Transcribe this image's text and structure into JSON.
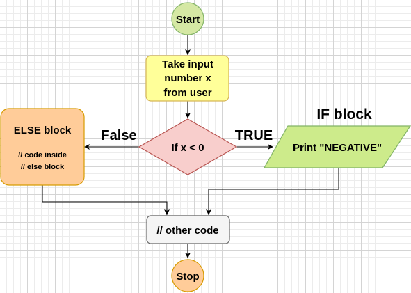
{
  "nodes": {
    "start": {
      "text": "Start",
      "fill": "#d5e8a4",
      "stroke": "#82b366"
    },
    "input": {
      "lines": [
        "Take input",
        "number x",
        "from user"
      ],
      "fill": "#ffff99",
      "stroke": "#d6b656"
    },
    "decision": {
      "text": "If x < 0",
      "fill": "#f8cecc",
      "stroke": "#b85450"
    },
    "else_block": {
      "title": "ELSE block",
      "lines": [
        "// code inside",
        "// else block"
      ],
      "fill": "#ffcc99",
      "stroke": "#d79b00"
    },
    "if_block": {
      "text": "Print \"NEGATIVE\"",
      "fill": "#cdeb8b",
      "stroke": "#82b366"
    },
    "other": {
      "text": "// other code",
      "fill": "#f5f5f5",
      "stroke": "#666666"
    },
    "stop": {
      "text": "Stop",
      "fill": "#ffcc99",
      "stroke": "#d79b00"
    }
  },
  "labels": {
    "false_label": {
      "text": "False",
      "color": "#b20000"
    },
    "true_label": {
      "text": "TRUE",
      "color": "#008000"
    },
    "if_title": {
      "text": "IF block",
      "color": "#000000"
    }
  }
}
